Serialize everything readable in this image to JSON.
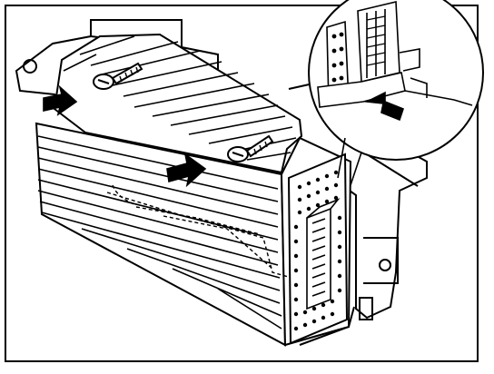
{
  "figure": {
    "kind": "line-art technical illustration",
    "ink_color": "#000000",
    "paper_color": "#ffffff",
    "components": {
      "unit": "finned-housing",
      "bracket": "mounting-bracket",
      "screws": [
        "mounting-screw",
        "mounting-screw"
      ],
      "arrows": [
        "insertion-arrow",
        "insertion-arrow",
        "detail-arrow"
      ],
      "connector": "edge-connector",
      "detail_view": "magnified-detail-circle"
    }
  }
}
